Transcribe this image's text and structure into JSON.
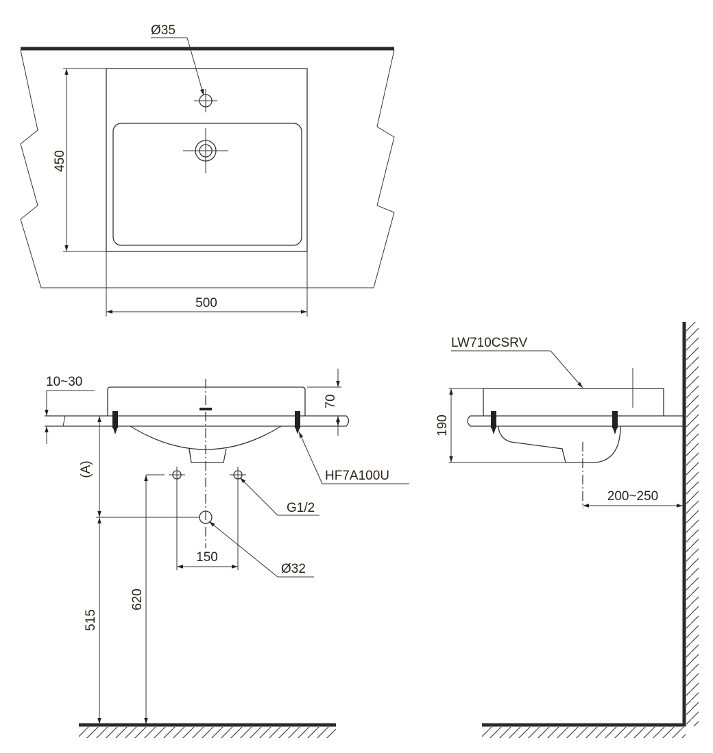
{
  "top_view": {
    "hole_label": "Ø35",
    "depth_label": "450",
    "width_label": "500"
  },
  "front_view": {
    "counter_offset_label": "10~30",
    "rim_height_label": "70",
    "height_a_label": "(A)",
    "height_515_label": "515",
    "height_620_label": "620",
    "supply_spacing_label": "150",
    "supply_label": "G1/2",
    "drain_label": "Ø32",
    "bracket_label": "HF7A100U"
  },
  "side_view": {
    "model_label": "LW710CSRV",
    "height_label": "190",
    "wall_distance_label": "200~250"
  }
}
